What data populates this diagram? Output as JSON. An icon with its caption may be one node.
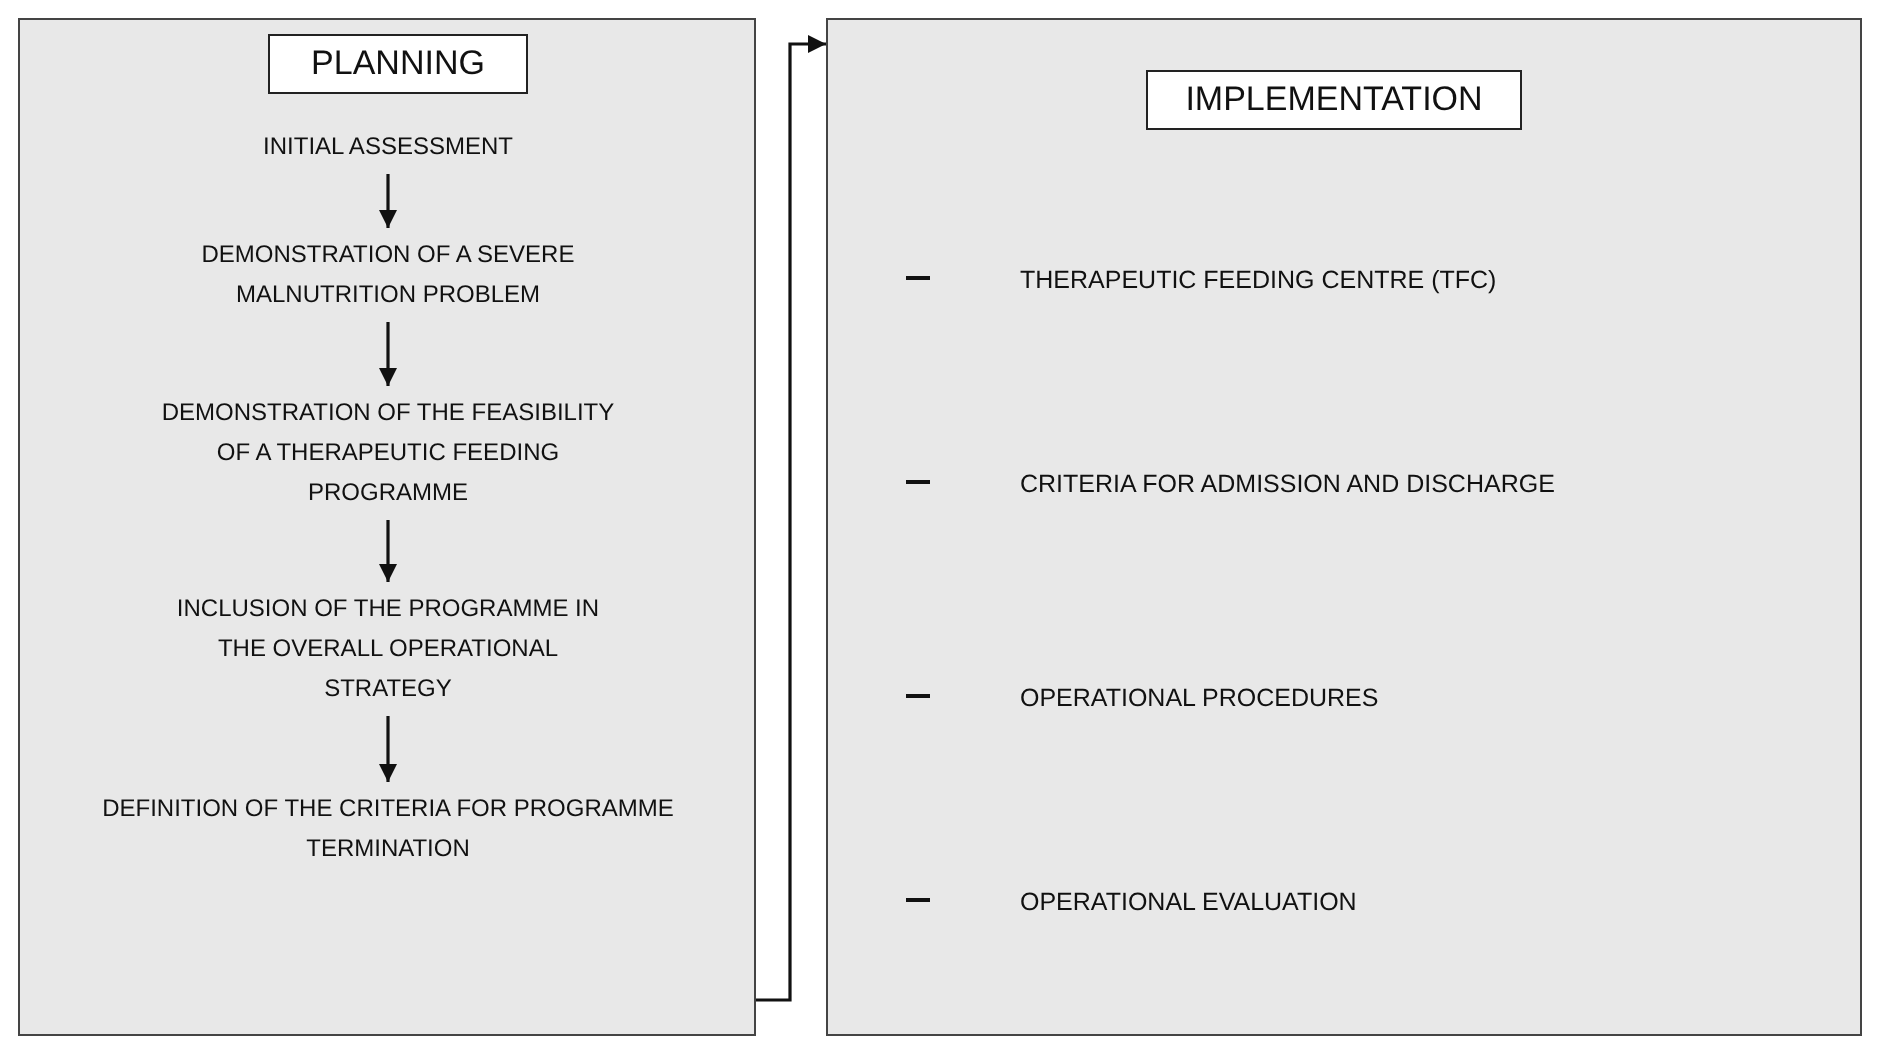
{
  "diagram": {
    "nodes": [
      {
        "text": [],
        "shape": "box"
      },
      {
        "text": [
          "PLANNING"
        ],
        "in": 0
      },
      {
        "text": [
          "INITIAL ASSESSMENT"
        ],
        "in": 0
      },
      {
        "text": [
          "DEMONSTRATION OF A SEVERE MALNUTRITION PROBLEM"
        ],
        "in": 0
      },
      {
        "text": [
          "DEMONSTRATION OF THE FEASIBILITY OF A THERAPEUTIC FEEDING PROGRAMME"
        ],
        "in": 0
      },
      {
        "text": [
          "INCLUSION OF THE PROGRAMME IN THE OVERALL OPERATIONAL STRATEGY"
        ],
        "in": 0
      },
      {
        "text": [
          "DEFINITION OF THE CRITERIA FOR PROGRAMME TERMINATION"
        ],
        "in": 0
      },
      {
        "text": [],
        "shape": "box"
      },
      {
        "text": [
          "IMPLEMENTATION"
        ],
        "in": 7
      },
      {
        "text": [
          "THERAPEUTIC FEEDING CENTRE (TFC)"
        ],
        "in": 7
      },
      {
        "text": [
          "CRITERIA FOR ADMISSION AND DISCHARGE"
        ],
        "in": 7
      },
      {
        "text": [
          "OPERATIONAL PROCEDURES"
        ],
        "in": 7
      },
      {
        "text": [
          "OPERATIONAL EVALUATION"
        ],
        "in": 7
      }
    ],
    "edges": [
      {
        "from": 2,
        "to": 3,
        "arrow": "to"
      },
      {
        "from": 3,
        "to": 4,
        "arrow": "to"
      },
      {
        "from": 4,
        "to": 5,
        "arrow": "to"
      },
      {
        "from": 5,
        "to": 6,
        "arrow": "to"
      },
      {
        "from": 0,
        "to": 7,
        "arrow": "to"
      }
    ]
  }
}
